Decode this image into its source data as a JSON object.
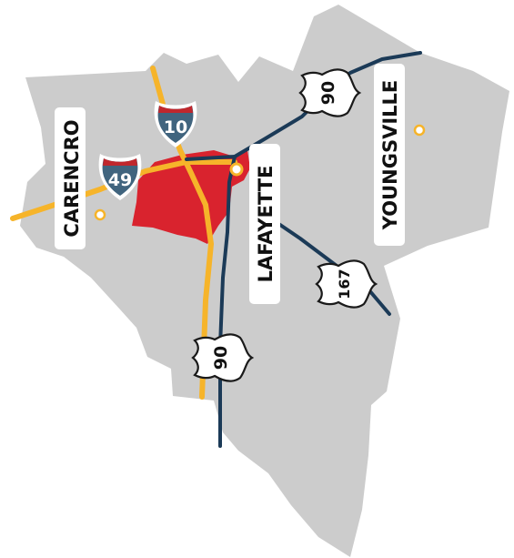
{
  "colors": {
    "land": "#cccccc",
    "city_area": "#d9232e",
    "interstate_road": "#f6b42a",
    "us_highway": "#1b3a57",
    "city_marker": "#f6b42a",
    "label_bg": "#ffffff",
    "interstate_blue": "#40647e",
    "interstate_red": "#c0272d"
  },
  "cities": [
    {
      "name": "CARENCRO"
    },
    {
      "name": "LAFAYETTE"
    },
    {
      "name": "YOUNGSVILLE"
    }
  ],
  "shields": {
    "interstate": [
      {
        "number": "10",
        "icon": "interstate-shield-icon"
      },
      {
        "number": "49",
        "icon": "interstate-shield-icon"
      }
    ],
    "us_route": [
      {
        "number": "90",
        "icon": "us-route-shield-icon"
      },
      {
        "number": "90",
        "icon": "us-route-shield-icon"
      },
      {
        "number": "167",
        "icon": "us-route-shield-icon"
      }
    ]
  }
}
